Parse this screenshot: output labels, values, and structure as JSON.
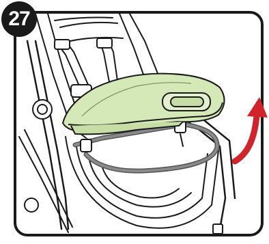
{
  "step": {
    "number": "27"
  },
  "illustration": {
    "subject": "stroller-seat",
    "highlight_part": "child-tray",
    "highlight_color": "#d4e8b8",
    "arrow_color": "#d2232a",
    "arrow_icon": "curved-arrow-up-icon"
  }
}
